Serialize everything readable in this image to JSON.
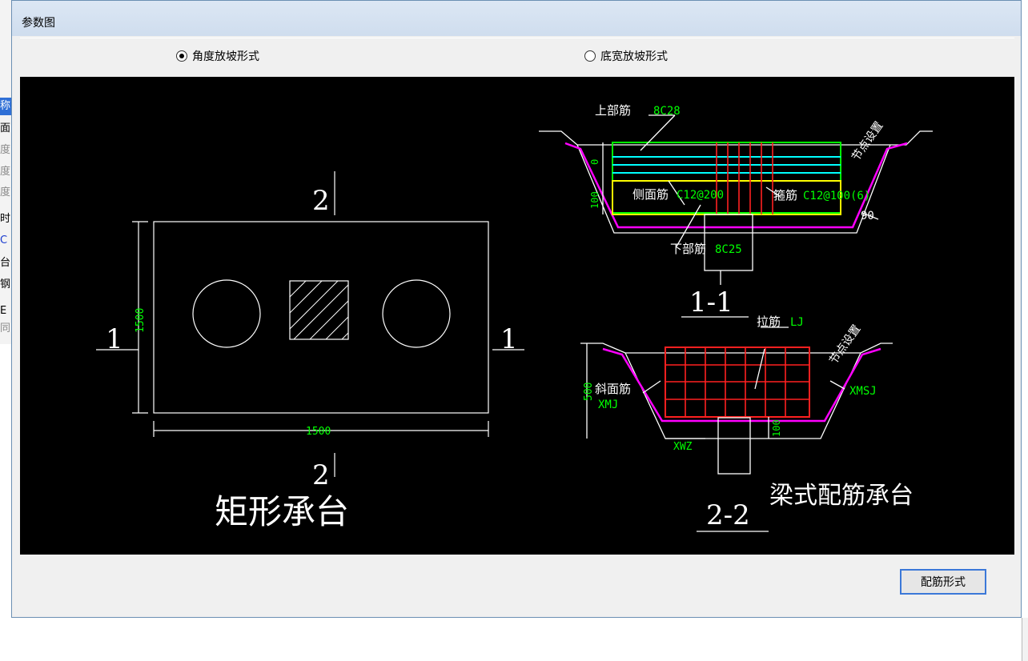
{
  "background_app": {
    "rows": [
      "称",
      "面",
      "度",
      "度",
      "度",
      "时",
      "C",
      "台",
      "钢",
      "E",
      "同"
    ]
  },
  "dialog": {
    "title": "参数图",
    "radio_angle": "角度放坡形式",
    "radio_width": "底宽放坡形式",
    "selected": "radio_angle",
    "button_label": "配筋形式"
  },
  "drawing": {
    "plan": {
      "section_mark_top": "2",
      "section_mark_bottom": "2",
      "section_mark_left": "1",
      "section_mark_right": "1",
      "dim_height": "1500",
      "dim_width": "1500",
      "caption": "矩形承台"
    },
    "section_11": {
      "top_bar_label": "上部筋",
      "top_bar_value": "8C28",
      "side_bar_label": "侧面筋",
      "side_bar_value": "C12@200",
      "stirrup_label": "箍筋",
      "stirrup_value": "C12@100(6)",
      "bottom_bar_label": "下部筋",
      "bottom_bar_value": "8C25",
      "node_setting": "节点设置",
      "angle": "90",
      "dim_top": "0",
      "dim_bottom": "100",
      "caption": "1-1"
    },
    "section_22": {
      "tie_label": "拉筋",
      "tie_value": "LJ",
      "node_setting": "节点设置",
      "slope_bar_label": "斜面筋",
      "slope_bar_value": "XMJ",
      "xmsj": "XMSJ",
      "xwz": "XWZ",
      "dim_height": "500",
      "dim_side": "100",
      "caption": "2-2"
    },
    "title": "梁式配筋承台"
  },
  "colors": {
    "canvas_bg": "#000000",
    "line": "#ffffff",
    "dim_text": "#00ff00",
    "magenta": "#ff00ff",
    "red": "#ff2020",
    "cyan": "#00ffff",
    "yellow": "#ffff00"
  }
}
